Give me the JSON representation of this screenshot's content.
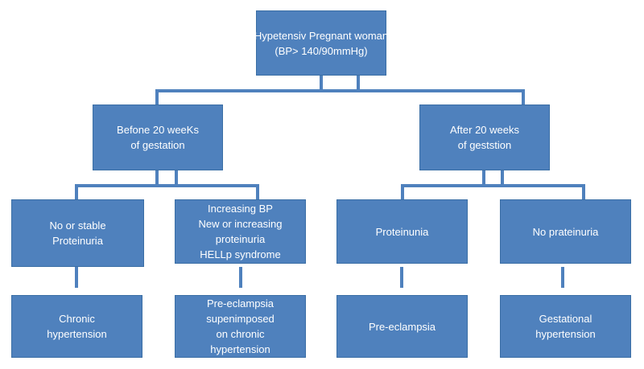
{
  "diagram": {
    "root": {
      "lines": [
        "Hypetensiv Pregnant woman",
        "(BP> 140/90mmHg)"
      ]
    },
    "before": {
      "lines": [
        "Befone 20 weeKs",
        "of gestation"
      ]
    },
    "after": {
      "lines": [
        "After 20 weeks",
        "of geststion"
      ]
    },
    "no_stable": {
      "lines": [
        "No or stable",
        "Proteinuria"
      ]
    },
    "increasing": {
      "lines": [
        "Increasing BP",
        "New or increasing",
        "proteinuria",
        "HELLp syndrome"
      ]
    },
    "proteinunia": {
      "lines": [
        "Proteinunia"
      ]
    },
    "no_prateinuria": {
      "lines": [
        "No prateinuria"
      ]
    },
    "chronic": {
      "lines": [
        "Chronic",
        "hypertension"
      ]
    },
    "superimposed": {
      "lines": [
        "Pre-eclampsia",
        "supenimposed",
        "on chronic",
        "hypertension"
      ]
    },
    "preeclampsia": {
      "lines": [
        "Pre-eclampsia"
      ]
    },
    "gestational": {
      "lines": [
        "Gestational",
        "hypertension"
      ]
    },
    "colors": {
      "box_fill": "#4f81bd",
      "box_border": "#3a6ea5",
      "text": "#ffffff",
      "connector": "#4f81bd"
    }
  }
}
